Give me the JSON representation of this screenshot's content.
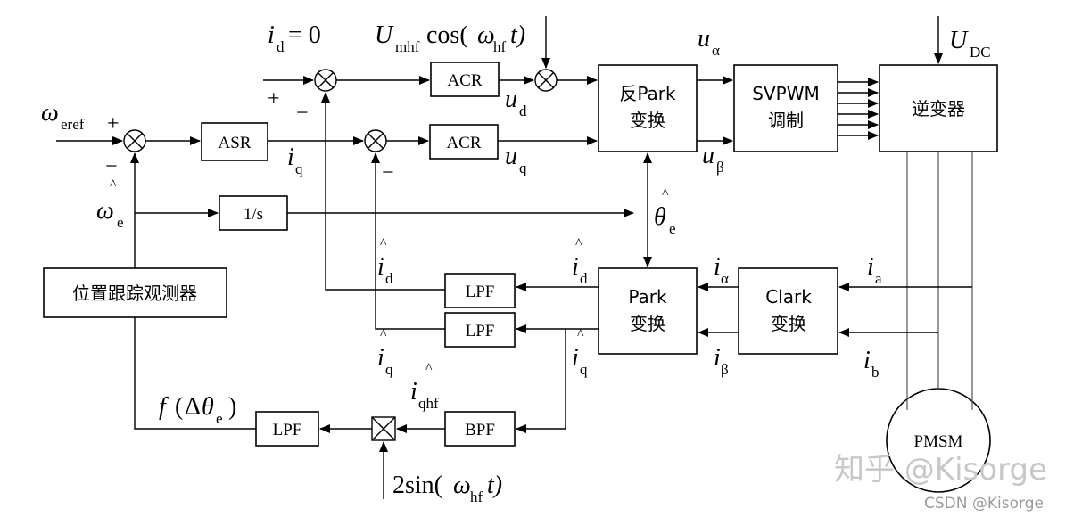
{
  "blocks": {
    "acr_d": "ACR",
    "acr_q": "ACR",
    "asr": "ASR",
    "integrator": "1/s",
    "inv_park_line1": "反Park",
    "inv_park_line2": "变换",
    "svpwm_line1": "SVPWM",
    "svpwm_line2": "调制",
    "inverter": "逆变器",
    "park_line1": "Park",
    "park_line2": "变换",
    "clark_line1": "Clark",
    "clark_line2": "变换",
    "lpf_d": "LPF",
    "lpf_q": "LPF",
    "bpf": "BPF",
    "lpf_out": "LPF",
    "observer": "位置跟踪观测器",
    "pmsm": "PMSM"
  },
  "signals": {
    "id_ref_main": "i",
    "id_ref_sub": "d",
    "id_ref_eq": " = 0",
    "umhf_main": "U",
    "umhf_sub": "mhf",
    "umhf_cos": "cos(",
    "umhf_omega": "ω",
    "umhf_omega_sub": "hf",
    "umhf_tail": "t)",
    "ud_main": "u",
    "ud_sub": "d",
    "uq_main": "u",
    "uq_sub": "q",
    "ualpha_main": "u",
    "ualpha_sub": "α",
    "ubeta_main": "u",
    "ubeta_sub": "β",
    "udc_main": "U",
    "udc_sub": "DC",
    "weref_main": "ω",
    "weref_sub": "eref",
    "iq_main": "i",
    "iq_sub": "q",
    "we_hat_main": "ω",
    "we_hat_sub": "e",
    "theta_hat_main": "θ",
    "theta_hat_sub": "e",
    "id_hat_left_main": "i",
    "id_hat_left_sub": "d",
    "id_hat_right_main": "i",
    "id_hat_right_sub": "d",
    "iq_hat_left_main": "i",
    "iq_hat_left_sub": "q",
    "iq_hat_right_main": "i",
    "iq_hat_right_sub": "q",
    "iqhf_main": "i",
    "iqhf_sub": "qhf",
    "ialpha_main": "i",
    "ialpha_sub": "α",
    "ibeta_main": "i",
    "ibeta_sub": "β",
    "ia_main": "i",
    "ia_sub": "a",
    "ib_main": "i",
    "ib_sub": "b",
    "f_main": "f",
    "f_paren_open": "(",
    "f_delta": "Δ",
    "f_theta": "θ",
    "f_sub": "e",
    "f_paren_close": ")",
    "sin_two": "2sin(",
    "sin_omega": "ω",
    "sin_omega_sub": "hf",
    "sin_tail": "t)",
    "hat": "^"
  },
  "signs": {
    "plus": "+",
    "minus": "−"
  },
  "watermark": {
    "zhihu": "知乎 @Kisorge",
    "csdn": "CSDN @Kisorge"
  }
}
